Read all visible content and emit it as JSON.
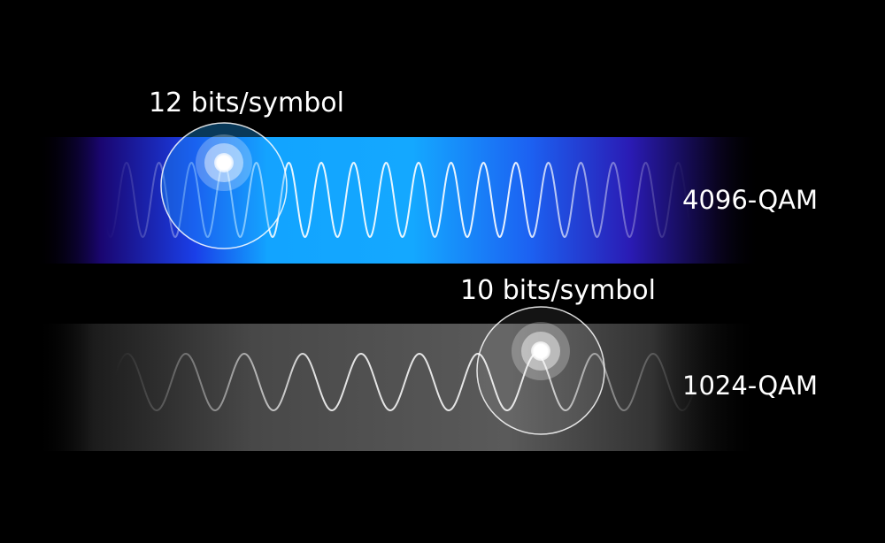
{
  "background_color": "#000000",
  "bands": [
    {
      "id": "top",
      "bits_label": "12 bits/symbol",
      "modulation_label": "4096-QAM",
      "band_colors": [
        "#2a0a9e",
        "#1aa8ff",
        "#2f3ae8"
      ],
      "wave_color": "#ffffff",
      "relative_frequency": 18
    },
    {
      "id": "bottom",
      "bits_label": "10 bits/symbol",
      "modulation_label": "1024-QAM",
      "band_colors": [
        "#3a3a3a",
        "#5e5e5e",
        "#3f3f3f"
      ],
      "wave_color": "#ffffff",
      "relative_frequency": 10
    }
  ]
}
